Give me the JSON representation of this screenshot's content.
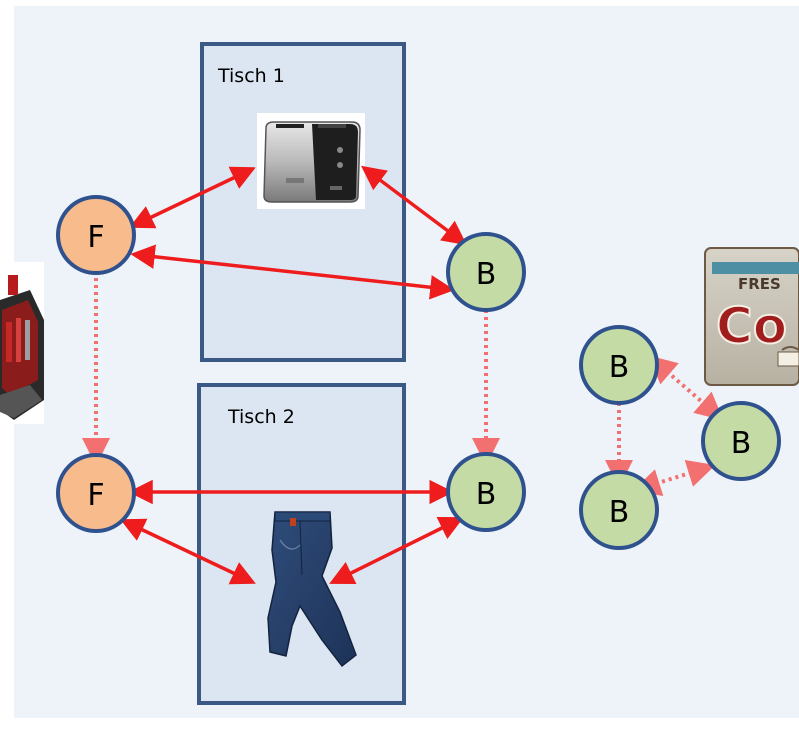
{
  "tables": [
    {
      "label": "Tisch 1",
      "item_icon": "toaster-icon"
    },
    {
      "label": "Tisch 2",
      "item_icon": "jeans-icon"
    }
  ],
  "nodes": {
    "f_top": "F",
    "f_bottom": "F",
    "b_top": "B",
    "b_bottom": "B",
    "b_cluster_1": "B",
    "b_cluster_2": "B",
    "b_cluster_3": "B"
  },
  "side_images": {
    "left": "toolbox-icon",
    "right_sign_text": "FRES",
    "right_sign_letters": "Co"
  },
  "colors": {
    "background_panel": "#eef3fa",
    "table_fill": "#dce6f2",
    "table_border": "#3a5a85",
    "f_node": "#f7bb8c",
    "b_node": "#c5dba6",
    "node_border": "#2f528f",
    "solid_arrow": "#ee1c1c",
    "dotted_arrow": "#f27070"
  }
}
